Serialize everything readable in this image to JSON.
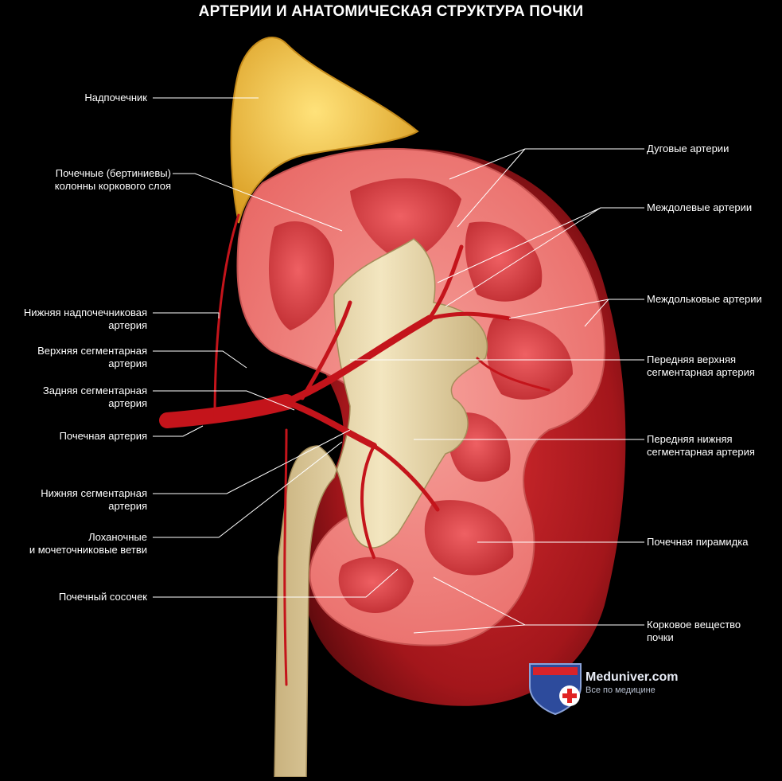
{
  "title": "АРТЕРИИ И АНАТОМИЧЕСКАЯ СТРУКТУРА ПОЧКИ",
  "labels_left": [
    {
      "id": "adrenal",
      "lines": [
        "Надпочечник"
      ]
    },
    {
      "id": "renal-columns",
      "lines": [
        "Почечные (бертиниевы)",
        "колонны коркового слоя"
      ]
    },
    {
      "id": "inferior-adrenal-artery",
      "lines": [
        "Нижняя надпочечниковая",
        "артерия"
      ]
    },
    {
      "id": "superior-segmental-artery",
      "lines": [
        "Верхняя сегментарная",
        "артерия"
      ]
    },
    {
      "id": "posterior-segmental-artery",
      "lines": [
        "Задняя сегментарная",
        "артерия"
      ]
    },
    {
      "id": "renal-artery",
      "lines": [
        "Почечная артерия"
      ]
    },
    {
      "id": "inferior-segmental-artery",
      "lines": [
        "Нижняя сегментарная",
        "артерия"
      ]
    },
    {
      "id": "pelvic-ureteric-branches",
      "lines": [
        "Лоханочные",
        "и мочеточниковые ветви"
      ]
    },
    {
      "id": "renal-papilla",
      "lines": [
        "Почечный сосочек"
      ]
    }
  ],
  "labels_right": [
    {
      "id": "arcuate-arteries",
      "lines": [
        "Дуговые артерии"
      ]
    },
    {
      "id": "interlobar-arteries",
      "lines": [
        "Междолевые артерии"
      ]
    },
    {
      "id": "interlobular-arteries",
      "lines": [
        "Междольковые артерии"
      ]
    },
    {
      "id": "anterior-superior-segmental-artery",
      "lines": [
        "Передняя верхняя",
        "сегментарная артерия"
      ]
    },
    {
      "id": "anterior-inferior-segmental-artery",
      "lines": [
        "Передняя нижняя",
        "сегментарная артерия"
      ]
    },
    {
      "id": "renal-pyramid",
      "lines": [
        "Почечная пирамидка"
      ]
    },
    {
      "id": "renal-cortex",
      "lines": [
        "Корковое вещество",
        "почки"
      ]
    }
  ],
  "watermark": {
    "name": "Meduniver.com",
    "tagline": "Все по медицине"
  },
  "colors": {
    "background": "#000000",
    "adrenal": "#f2c53a",
    "cortex": "#f0857f",
    "pyramid": "#d9373c",
    "kidney_back": "#a8171c",
    "artery": "#c4141b",
    "pelvis": "#eadbb0",
    "leader_line": "#ffffff"
  }
}
